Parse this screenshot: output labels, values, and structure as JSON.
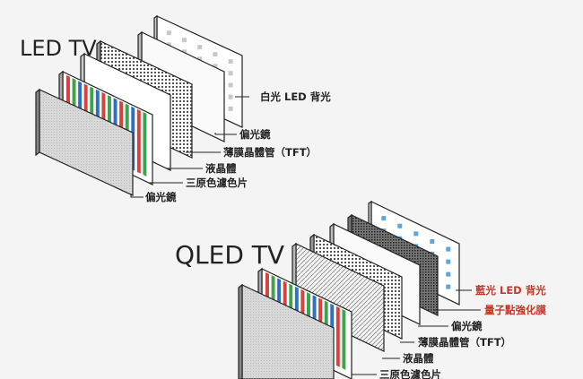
{
  "led": {
    "title": "LED TV",
    "layers": [
      {
        "label": "白光 LED 背光",
        "highlight": false
      },
      {
        "label": "偏光鏡",
        "highlight": false
      },
      {
        "label": "薄膜晶體管（TFT）",
        "highlight": false
      },
      {
        "label": "液晶體",
        "highlight": false
      },
      {
        "label": "三原色濾色片",
        "highlight": false
      },
      {
        "label": "偏光鏡",
        "highlight": false
      }
    ]
  },
  "qled": {
    "title": "QLED TV",
    "layers": [
      {
        "label": "藍光 LED 背光",
        "highlight": true
      },
      {
        "label": "量子點強化膜",
        "highlight": true
      },
      {
        "label": "偏光鏡",
        "highlight": false
      },
      {
        "label": "薄膜晶體管（TFT）",
        "highlight": false
      },
      {
        "label": "液晶體",
        "highlight": false
      },
      {
        "label": "三原色濾色片",
        "highlight": false
      }
    ]
  },
  "colors": {
    "background": "#f4f4f4",
    "led_dots": "#c8c8c8",
    "qd_dots": "#5aa8dc",
    "highlight_label": "#c0392b",
    "filter_red": "#d9413a",
    "filter_green": "#3fa34d",
    "filter_blue": "#2f6fc4"
  }
}
